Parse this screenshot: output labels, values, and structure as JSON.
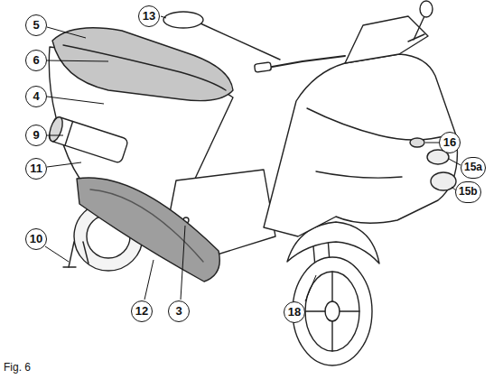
{
  "diagram": {
    "labels": [
      "13",
      "5",
      "6",
      "4",
      "9",
      "11",
      "10",
      "16",
      "15a",
      "15b",
      "12",
      "3",
      "18",
      "Fig. 6"
    ]
  }
}
